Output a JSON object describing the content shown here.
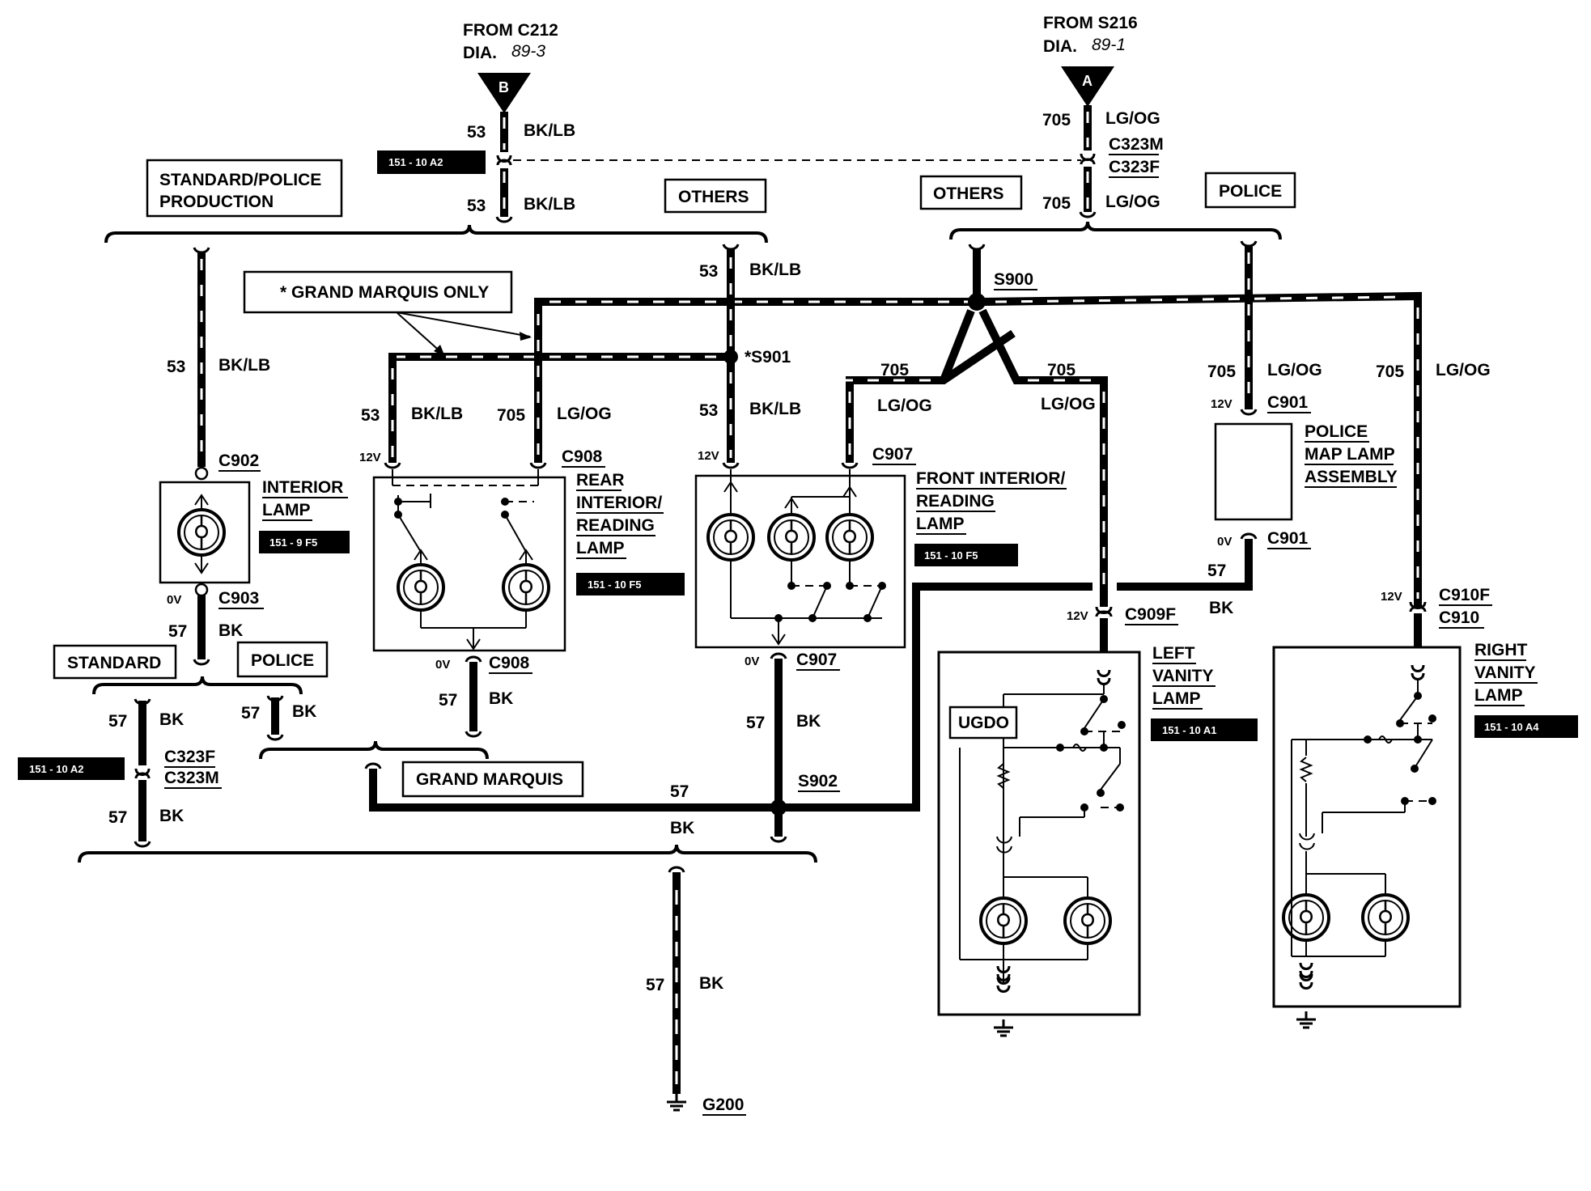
{
  "sources": {
    "left": {
      "from": "FROM C212",
      "dia": "DIA.",
      "page": "89-3",
      "letter": "B"
    },
    "right": {
      "from": "FROM S216",
      "dia": "DIA.",
      "page": "89-1",
      "letter": "A"
    }
  },
  "wires": {
    "bk_lb": "BK/LB",
    "lg_og": "LG/OG",
    "bk": "BK",
    "c53": "53",
    "c705": "705",
    "c57": "57"
  },
  "connectors": {
    "c323m": "C323M",
    "c323f": "C323F",
    "c902": "C902",
    "c903": "C903",
    "c908": "C908",
    "c907": "C907",
    "c901": "C901",
    "c909f": "C909F",
    "c910f": "C910F",
    "c910": "C910",
    "s900": "S900",
    "s901": "*S901",
    "s902": "S902",
    "g200": "G200"
  },
  "voltages": {
    "v12": "12V",
    "v0": "0V"
  },
  "labels": {
    "std_police_production": [
      "STANDARD/POLICE",
      "PRODUCTION"
    ],
    "others": "OTHERS",
    "police": "POLICE",
    "standard": "STANDARD",
    "grand_marquis": "GRAND MARQUIS",
    "grand_marquis_only": "* GRAND MARQUIS ONLY",
    "ugdo": "UGDO"
  },
  "components": {
    "interior_lamp": [
      "INTERIOR",
      "LAMP"
    ],
    "rear_lamp": [
      "REAR",
      "INTERIOR/",
      "READING",
      "LAMP"
    ],
    "front_lamp": [
      "FRONT INTERIOR/",
      "READING",
      "LAMP"
    ],
    "police_map_lamp": [
      "POLICE",
      "MAP LAMP",
      "ASSEMBLY"
    ],
    "left_vanity": [
      "LEFT",
      "VANITY",
      "LAMP"
    ],
    "right_vanity": [
      "RIGHT",
      "VANITY",
      "LAMP"
    ]
  },
  "refs": {
    "r_151_10_a2": "151 - 10 A2",
    "r_151_9_f5": "151 - 9 F5",
    "r_151_10_f5": "151 - 10 F5",
    "r_151_10_a1": "151 - 10 A1",
    "r_151_10_a4": "151 - 10 A4"
  }
}
